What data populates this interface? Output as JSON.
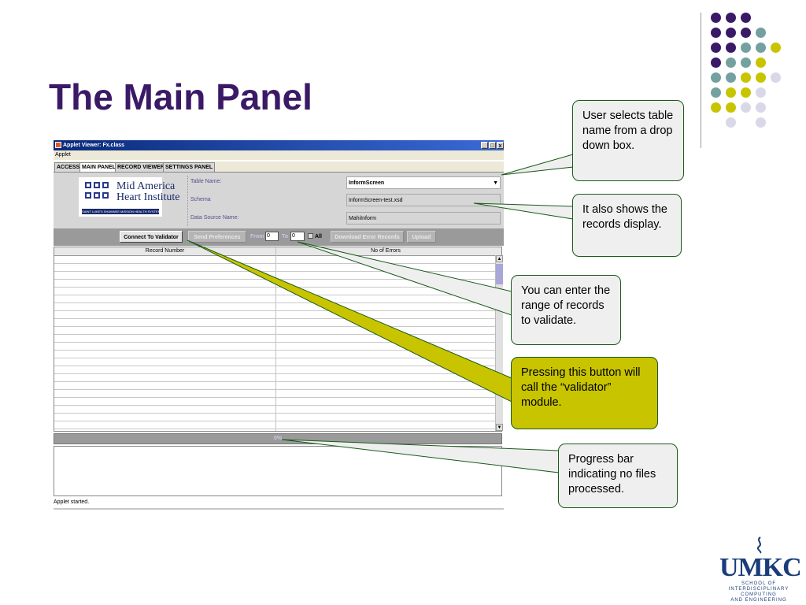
{
  "slide": {
    "title": "The Main Panel",
    "accent_color": "#3a1a66",
    "deco_colors": [
      "#3a1a66",
      "#74a0a0",
      "#c8c400",
      "#d8d8e8"
    ]
  },
  "applet": {
    "window_title": "Applet Viewer: Fx.class",
    "window_buttons": [
      "_",
      "□",
      "x"
    ],
    "menu": "Applet",
    "tabs": [
      {
        "label": "ACCESS",
        "active": false
      },
      {
        "label": "MAIN PANEL",
        "active": true
      },
      {
        "label": "RECORD VIEWER",
        "active": false
      },
      {
        "label": "SETTINGS PANEL",
        "active": false
      }
    ],
    "logo": {
      "line1": "Mid America",
      "line2": "Heart Institute",
      "tagline": "SAINT LUKE'S SHAWNEE MISSION HEALTH SYSTEM"
    },
    "fields": {
      "table_name_label": "Table Name:",
      "table_name_value": "InformScreen",
      "schema_label": "Schema",
      "schema_value": "InformScreen-test.xsd",
      "data_source_label": "Data Source Name:",
      "data_source_value": "MahiInform"
    },
    "toolbar": {
      "connect_label": "Connect To Validator",
      "send_prefs_label": "Send Preferences",
      "from_label": "From",
      "from_value": "0",
      "to_label": "To",
      "to_value": "0",
      "all_label": "All",
      "download_label": "Download Error Records",
      "upload_label": "Upload"
    },
    "table": {
      "columns": [
        "Record Number",
        "No of Errors"
      ],
      "rows": []
    },
    "progress": {
      "label": "0%",
      "value": 0
    },
    "status": "Applet started."
  },
  "callouts": {
    "table_name": "User selects table name from a drop down box.",
    "records_display": "It also shows the records display.",
    "range": "You can enter the range of records to validate.",
    "validator": "Pressing this button will call the “validator” module.",
    "progress": "Progress bar indicating no files processed."
  },
  "umkc_logo": {
    "word": "UMKC",
    "line1": "SCHOOL OF",
    "line2": "INTERDISCIPLINARY",
    "line3": "COMPUTING",
    "line4": "AND ENGINEERING"
  }
}
